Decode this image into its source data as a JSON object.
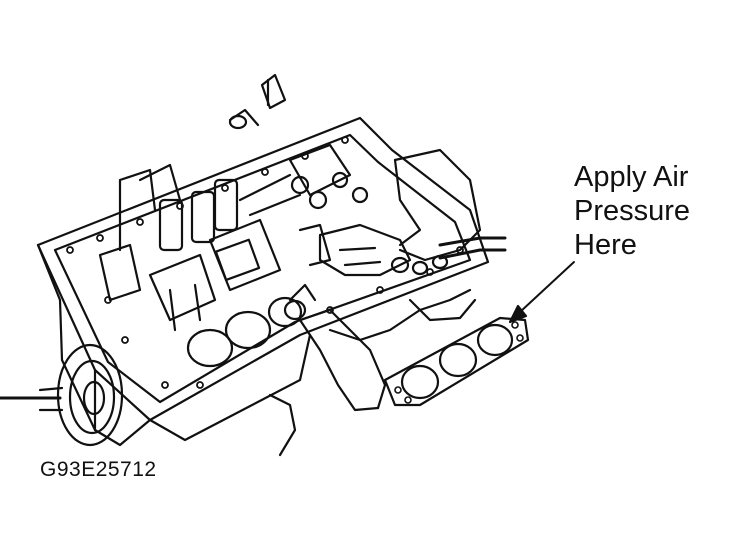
{
  "callout": {
    "line1": "Apply Air",
    "line2": "Pressure",
    "line3": "Here"
  },
  "figure_code": "G93E25712",
  "colors": {
    "ink": "#111111",
    "paper": "#ffffff"
  }
}
